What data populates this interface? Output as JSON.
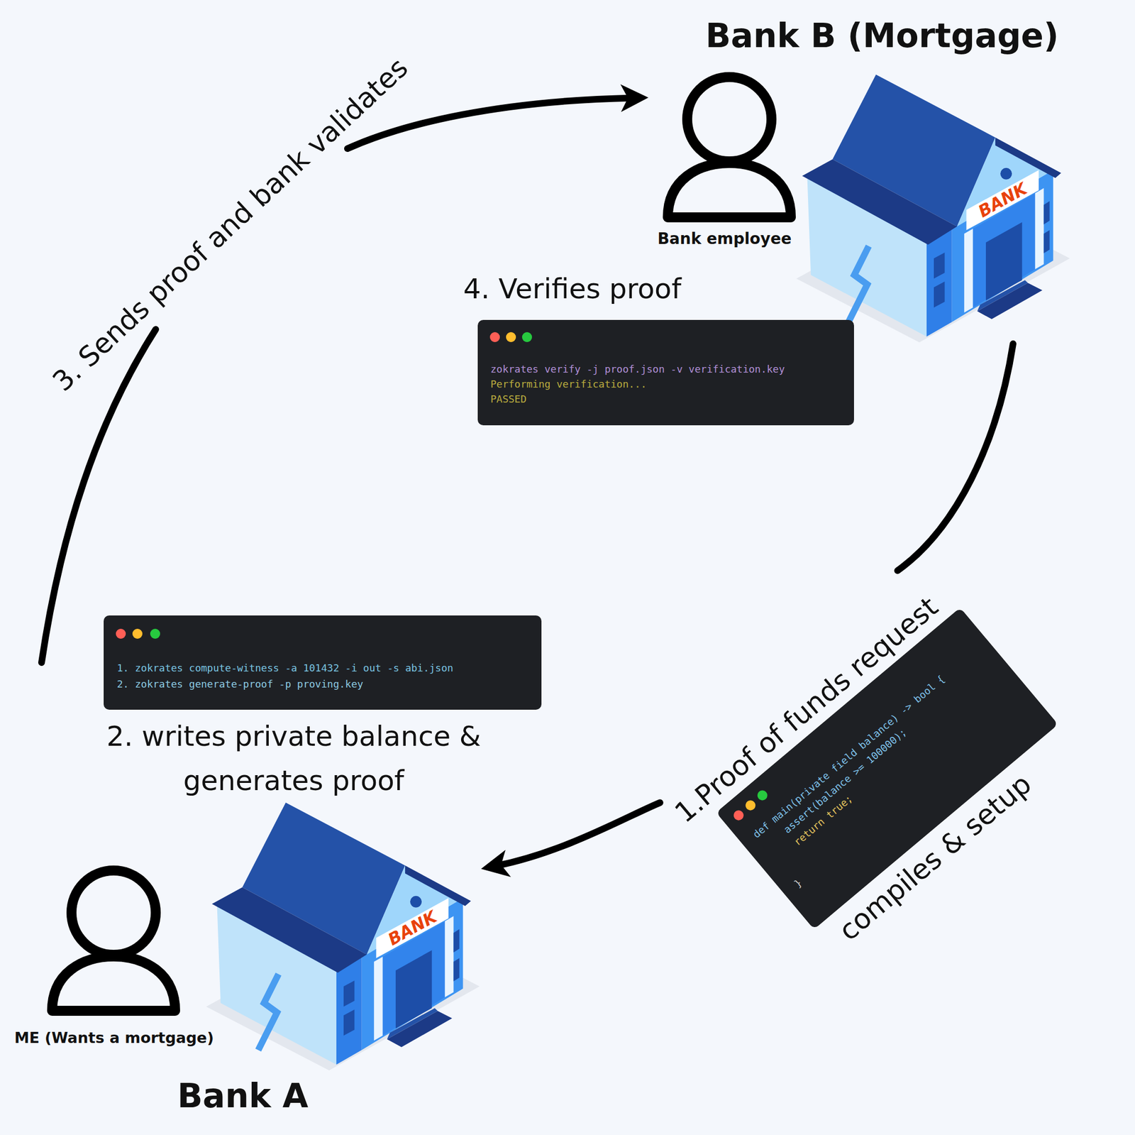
{
  "diagram": {
    "nodes": [
      {
        "text": [
          "Bank B (Mortgage)",
          "BANK"
        ]
      },
      {
        "text": [
          "Bank employee"
        ]
      },
      {
        "text": [
          "4. Verifies proof",
          "zokrates verify -j proof.json -v verification.key",
          "Performing verification...",
          "PASSED"
        ]
      },
      {
        "text": [
          "1.Proof of funds request",
          "def main(private field balance) -> bool {",
          "assert(balance >= 100000);",
          "return true;",
          "}",
          "compiles & setup"
        ]
      },
      {
        "text": [
          "1. zokrates compute-witness -a 101432 -i out -s abi.json",
          "2. zokrates generate-proof -p proving.key",
          "2. writes private balance & generates proof"
        ]
      },
      {
        "text": [
          "BANK",
          "Bank A"
        ]
      },
      {
        "text": [
          "ME (Wants a mortgage)"
        ]
      }
    ],
    "edges": [
      {
        "from": 0,
        "to": 3,
        "arrow": "none"
      },
      {
        "from": 3,
        "to": 5,
        "arrow": "to"
      },
      {
        "from": 4,
        "to": 1,
        "arrow": "to",
        "label": "3. Sends proof and bank validates"
      }
    ]
  }
}
